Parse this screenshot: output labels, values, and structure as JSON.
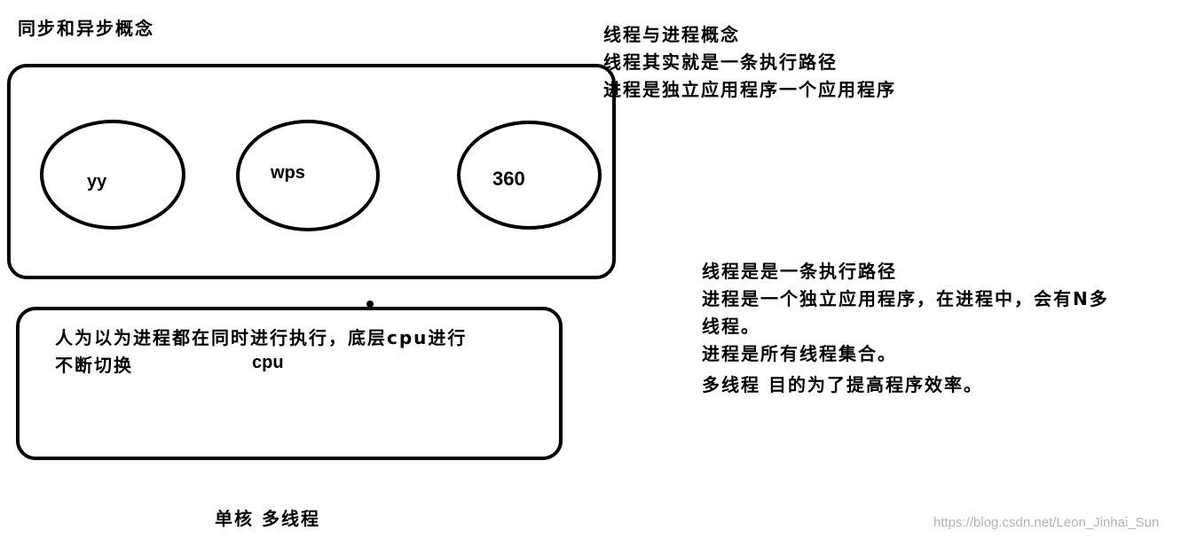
{
  "title": "同步和异步概念",
  "process_box": {
    "apps": [
      "yy",
      "wps",
      "360"
    ]
  },
  "cpu_box": {
    "text_line1": "人为以为进程都在同时进行执行，底层cpu进行",
    "text_line2": "不断切换",
    "cpu_label": "cpu"
  },
  "bottom_caption": "单核 多线程",
  "notes_top": [
    "线程与进程概念",
    "线程其实就是一条执行路径",
    "进程是独立应用程序一个应用程序"
  ],
  "notes_right": [
    "线程是是一条执行路径",
    "进程是一个独立应用程序，在进程中，会有N多",
    "线程。",
    "进程是所有线程集合。",
    "多线程 目的为了提高程序效率。"
  ],
  "watermark": "https://blog.csdn.net/Leon_Jinhai_Sun"
}
